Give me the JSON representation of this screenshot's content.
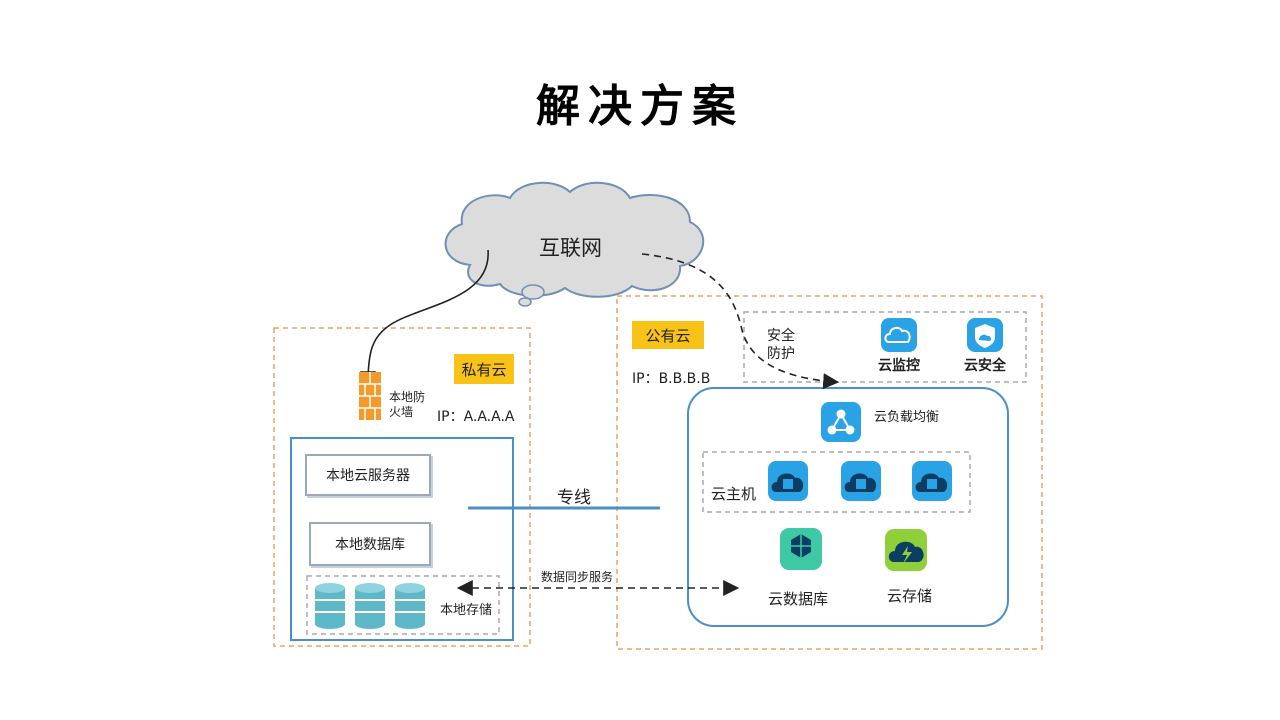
{
  "title": "解决方案",
  "internet": {
    "label": "互联网"
  },
  "private_cloud": {
    "tag": "私有云",
    "firewall_label": "本地防\n火墙",
    "ip": "IP：A.A.A.A",
    "server": "本地云服务器",
    "database": "本地数据库",
    "storage": "本地存储"
  },
  "public_cloud": {
    "tag": "公有云",
    "ip": "IP：B.B.B.B",
    "security_label": "安全\n防护",
    "monitor": "云监控",
    "security": "云安全",
    "load_balancer": "云负载均衡",
    "cloud_host": "云主机",
    "cloud_db": "云数据库",
    "cloud_storage": "云存储"
  },
  "links": {
    "dedicated_line": "专线",
    "data_sync": "数据同步服务"
  },
  "colors": {
    "orange_dash": "#f0a060",
    "tag_yellow": "#f9c217",
    "blue_frame": "#4a8fc8",
    "icon_blue": "#29a3e6",
    "icon_green": "#3ec9a5",
    "icon_lime": "#8fcf3a",
    "db_teal": "#5fb8c8"
  }
}
